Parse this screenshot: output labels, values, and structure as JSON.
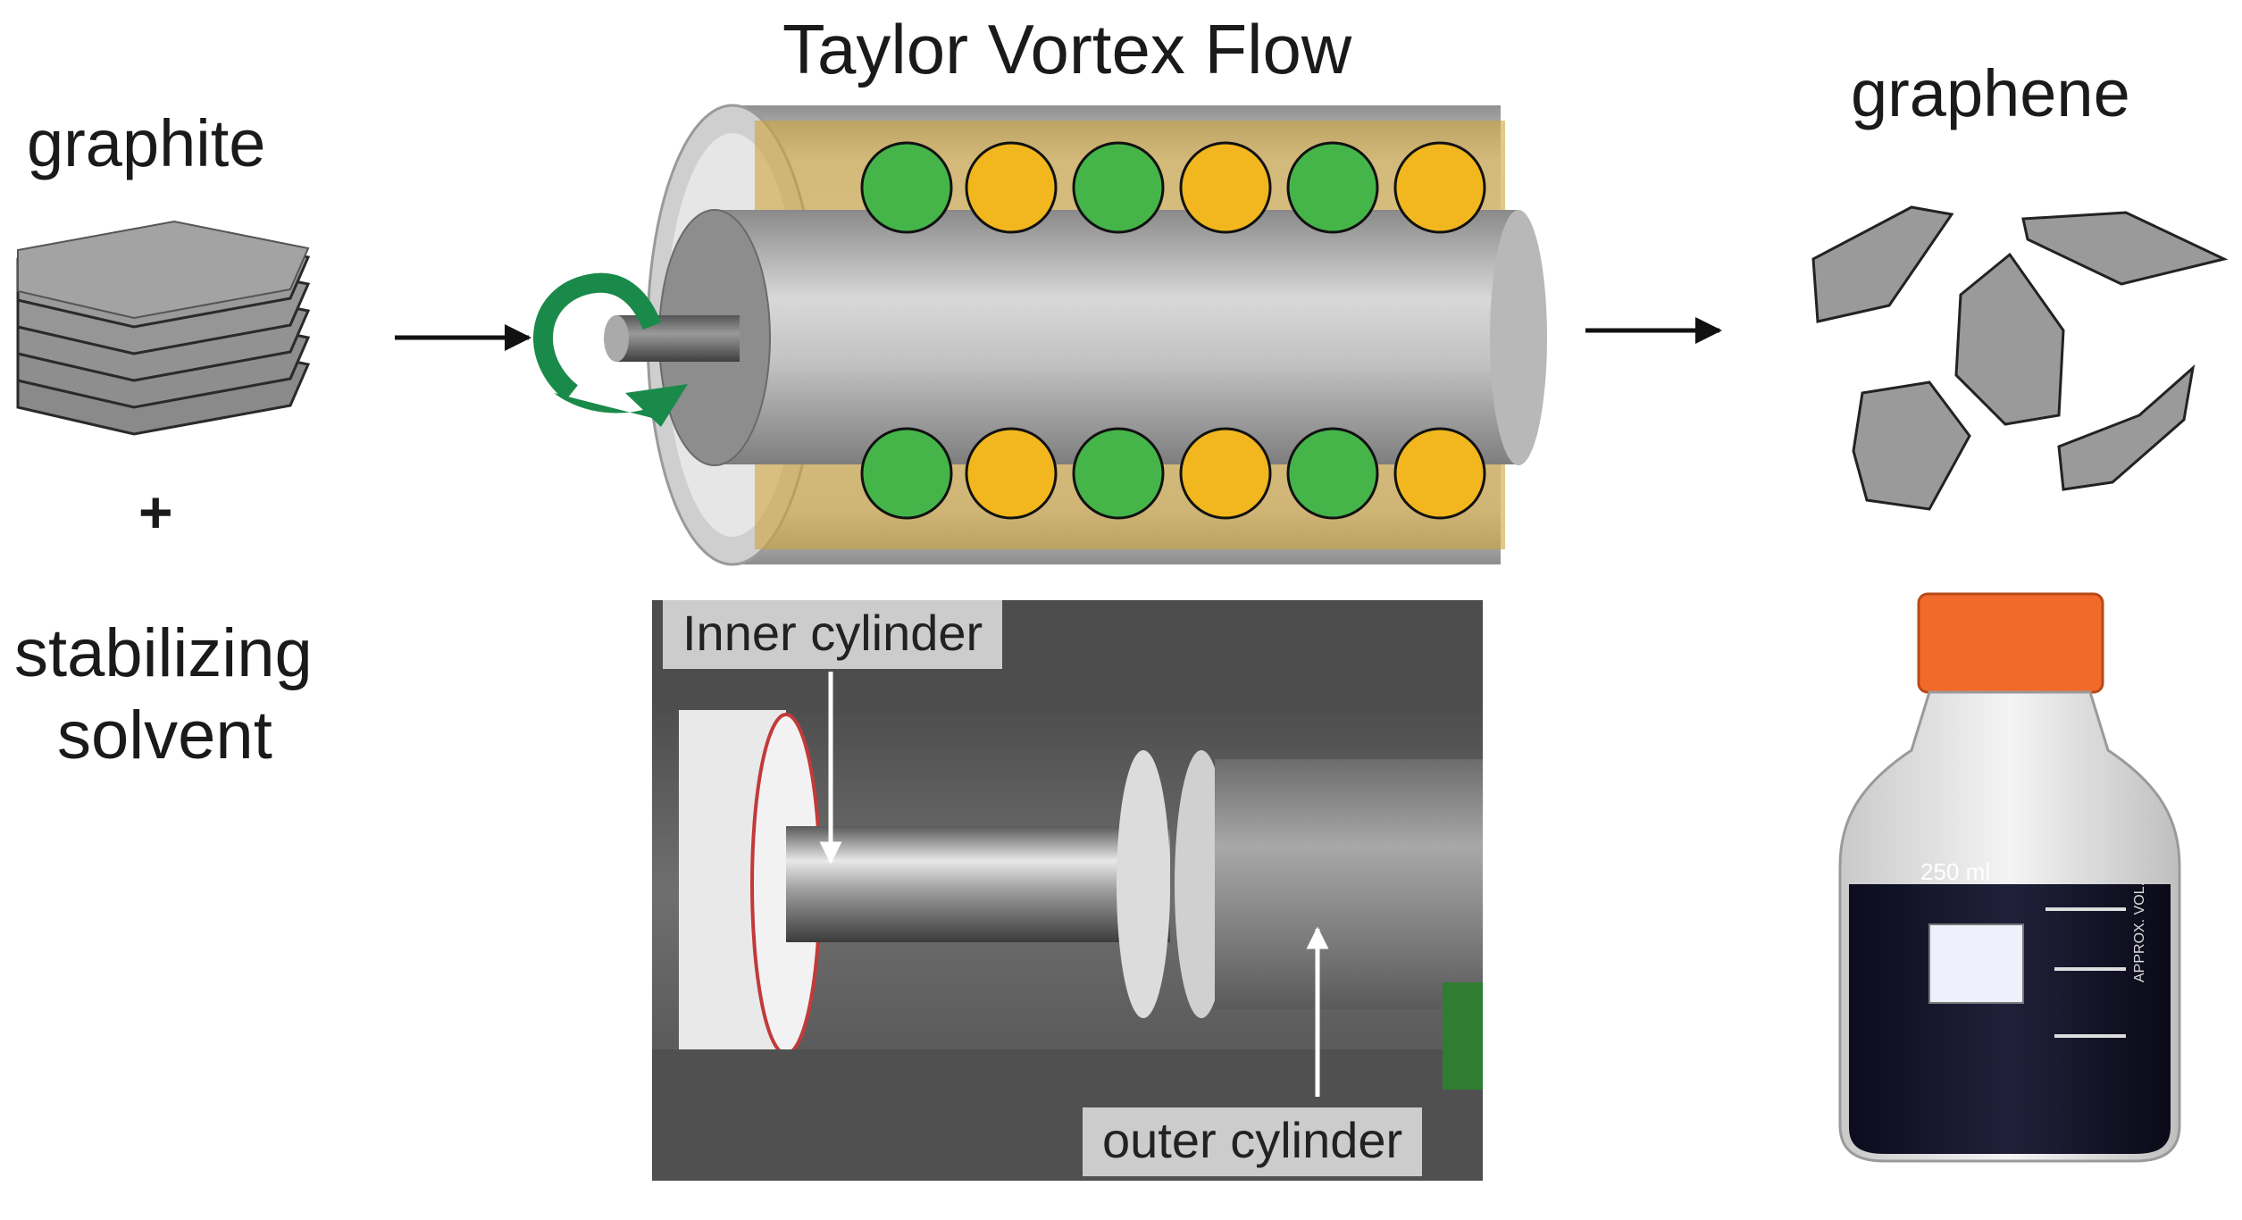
{
  "title": "Taylor Vortex Flow",
  "inputs": {
    "graphite": "graphite",
    "plus": "+",
    "solvent_line1": "stabilizing",
    "solvent_line2": "solvent"
  },
  "output": {
    "graphene": "graphene"
  },
  "photo": {
    "inner_label": "Inner cylinder",
    "outer_label": "outer cylinder"
  },
  "bottle": {
    "volume_label": "250 ml",
    "scale_label": "APPROX. VOL."
  },
  "colors": {
    "vortex_green": "#45b54a",
    "vortex_orange": "#f2b71e",
    "cylinder_gray": "#bdbdbd",
    "rotation_arrow": "#1a8a4a",
    "bottle_cap": "#f26a2a",
    "flake_gray": "#9a9a9a"
  },
  "icons": [
    "rotation-arrow-icon",
    "process-arrow-icon"
  ]
}
